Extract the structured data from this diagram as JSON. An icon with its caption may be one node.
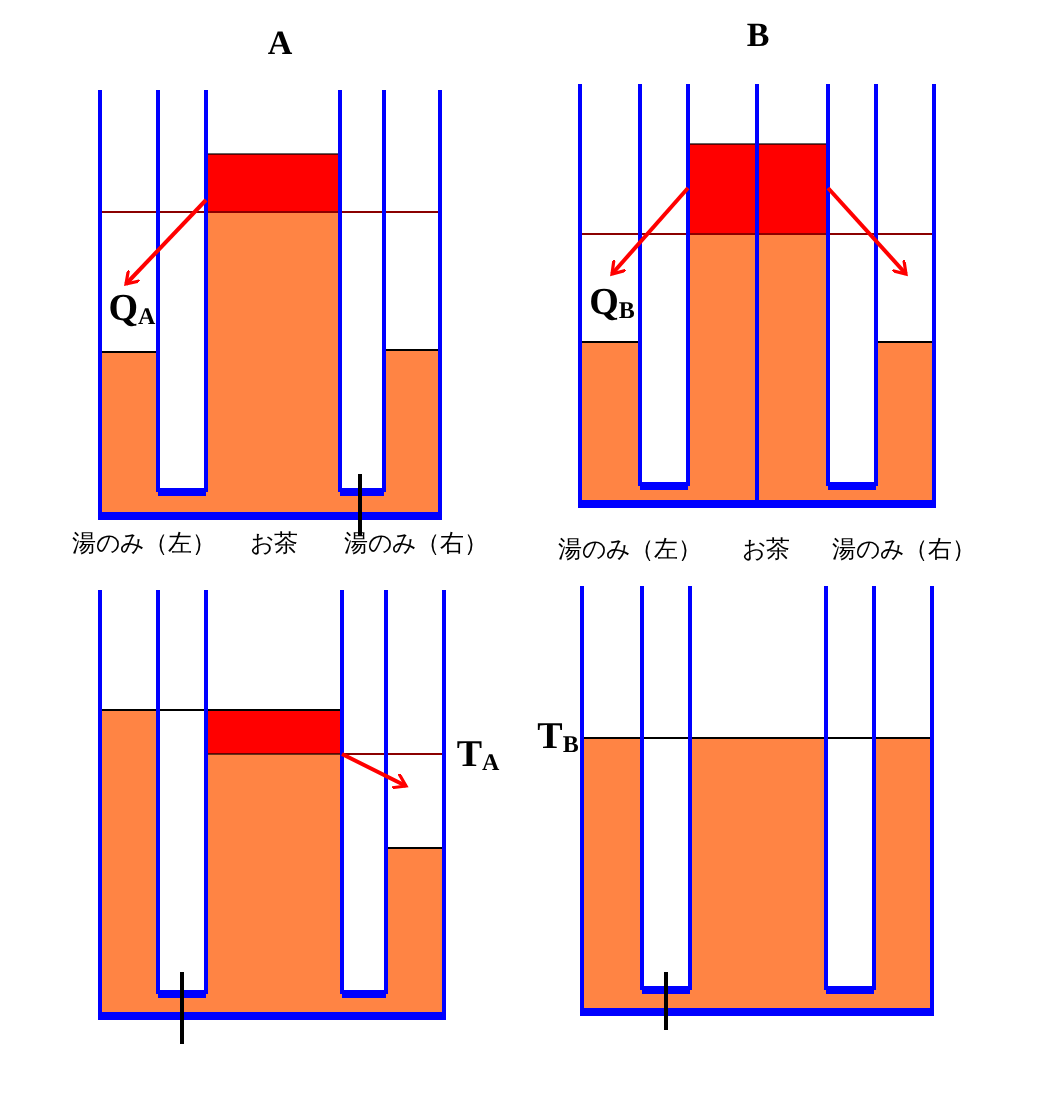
{
  "diagram": {
    "labels": [
      "A",
      "B",
      "Q$_{A}$",
      "Q$_{B}$",
      "湯のみ（左）",
      "お茶",
      "湯のみ（右）",
      "湯のみ（左）",
      "お茶",
      "湯のみ（右）",
      "T$_{A}$",
      "T$_{B}$"
    ]
  }
}
